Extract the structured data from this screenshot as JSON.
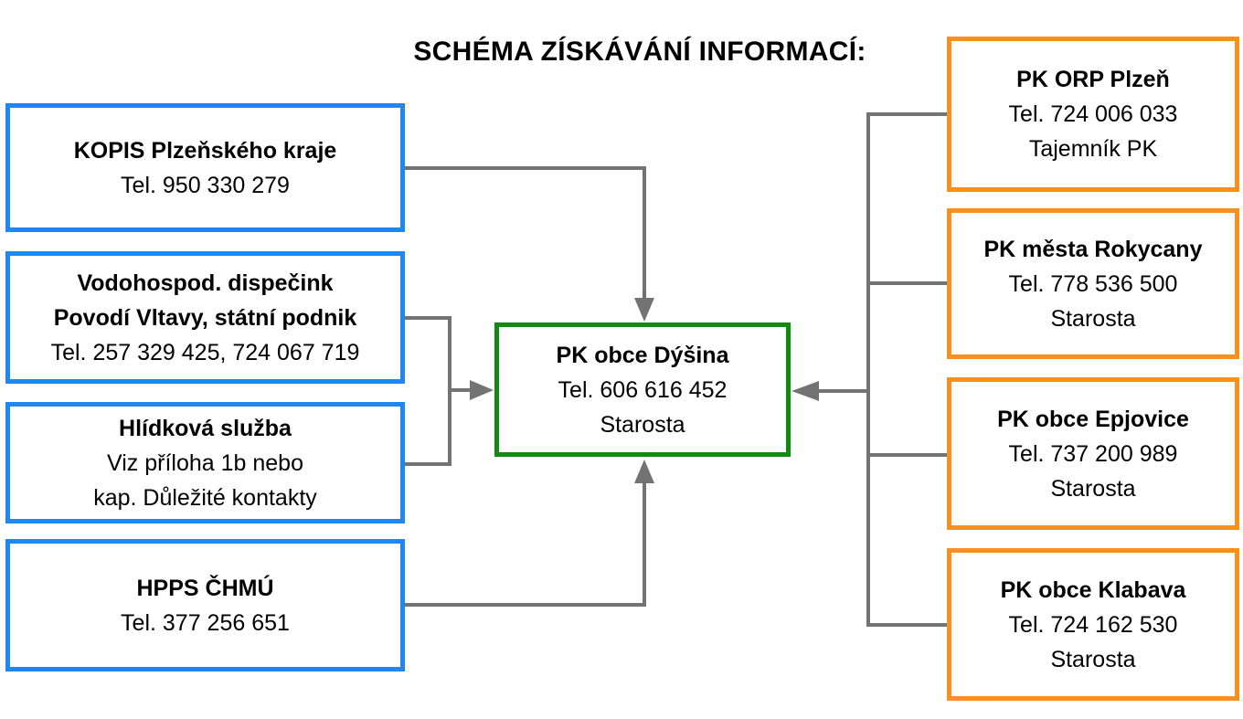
{
  "title": "SCHÉMA ZÍSKÁVÁNÍ INFORMACÍ:",
  "center": {
    "name": "PK obce Dýšina",
    "phone": "Tel. 606 616 452",
    "role": "Starosta"
  },
  "left_sources": [
    {
      "lines": [
        "KOPIS Plzeňského kraje",
        "Tel. 950 330 279"
      ],
      "bold": [
        0
      ]
    },
    {
      "lines": [
        "Vodohospod. dispečink",
        "Povodí Vltavy, státní podnik",
        "Tel. 257 329 425, 724 067 719"
      ],
      "bold": [
        0,
        1
      ]
    },
    {
      "lines": [
        "Hlídková služba",
        "Viz příloha 1b nebo",
        "kap. Důležité kontakty"
      ],
      "bold": [
        0
      ]
    },
    {
      "lines": [
        "HPPS ČHMÚ",
        "Tel. 377 256 651"
      ],
      "bold": [
        0
      ]
    }
  ],
  "right_sources": [
    {
      "lines": [
        "PK ORP Plzeň",
        "Tel. 724 006 033",
        "Tajemník PK"
      ],
      "bold": [
        0
      ]
    },
    {
      "lines": [
        "PK města Rokycany",
        "Tel. 778 536 500",
        "Starosta"
      ],
      "bold": [
        0
      ]
    },
    {
      "lines": [
        "PK obce Epjovice",
        "Tel. 737 200 989",
        "Starosta"
      ],
      "bold": [
        0
      ]
    },
    {
      "lines": [
        "PK obce Klabava",
        "Tel. 724 162 530",
        "Starosta"
      ],
      "bold": [
        0
      ]
    }
  ],
  "colors": {
    "left_border": "#1E88F0",
    "right_border": "#F7901E",
    "center_border": "#108A10",
    "connector": "#737373"
  }
}
